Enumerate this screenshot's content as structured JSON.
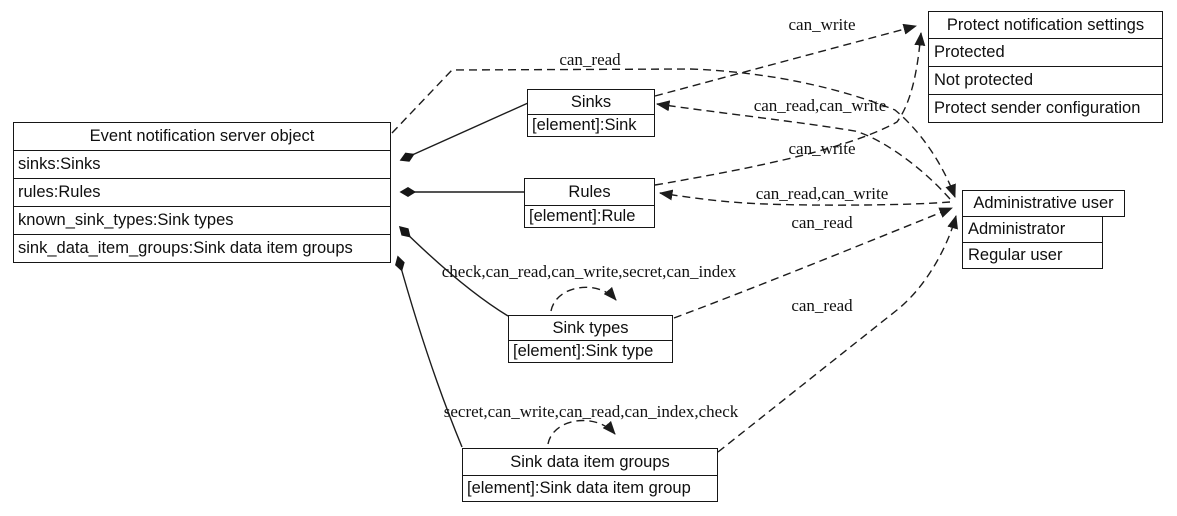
{
  "nodes": {
    "event_server": {
      "title": "Event notification server object",
      "attributes": [
        "sinks:Sinks",
        "rules:Rules",
        "known_sink_types:Sink types",
        "sink_data_item_groups:Sink data item groups"
      ]
    },
    "sinks": {
      "title": "Sinks",
      "attributes": [
        "[element]:Sink"
      ]
    },
    "rules": {
      "title": "Rules",
      "attributes": [
        "[element]:Rule"
      ]
    },
    "sink_types": {
      "title": "Sink types",
      "attributes": [
        "[element]:Sink type"
      ]
    },
    "sink_data_item_groups": {
      "title": "Sink data item groups",
      "attributes": [
        "[element]:Sink data item group"
      ]
    },
    "protect_settings": {
      "title": "Protect notification settings",
      "options": [
        "Protected",
        "Not protected",
        "Protect sender configuration"
      ]
    },
    "admin_user": {
      "title": "Administrative user",
      "options": [
        "Administrator",
        "Regular user"
      ]
    }
  },
  "edge_labels": {
    "event_admin": "can_read",
    "sinks_protect": "can_write",
    "sinks_admin": "can_read,can_write",
    "rules_protect": "can_write",
    "rules_admin": "can_read,can_write",
    "sink_types_admin": "can_read",
    "sdig_admin": "can_read",
    "sink_types_self": "check,can_read,can_write,secret,can_index",
    "sdig_self": "secret,can_write,can_read,can_index,check"
  },
  "colors": {
    "line": "#1c1c1c",
    "background": "#ffffff",
    "box_border": "#161616"
  }
}
